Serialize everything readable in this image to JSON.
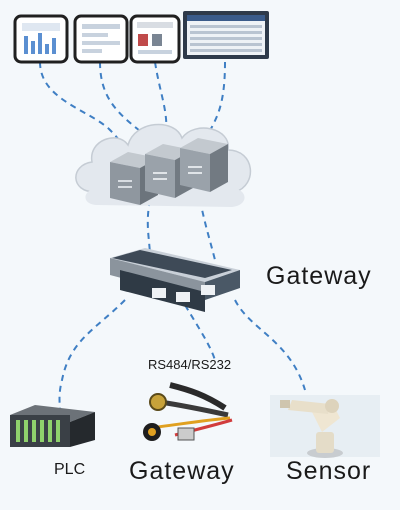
{
  "labels": {
    "gateway_top": "Gateway",
    "protocol": "RS484/RS232",
    "plc": "PLC",
    "gateway_bottom": "Gateway",
    "sensor": "Sensor"
  },
  "colors": {
    "link": "#3f7fc4",
    "cloud": "#e3e8ee",
    "server": "#8f979f",
    "gateway_body": "#4a5866",
    "background": "#f4f8fb"
  },
  "icons": [
    "phone-screen-icon",
    "tablet-screen-icon",
    "cloud-icon",
    "server-icon",
    "gateway-device-icon",
    "plc-rack-icon",
    "cable-connector-icon",
    "robot-arm-icon"
  ]
}
